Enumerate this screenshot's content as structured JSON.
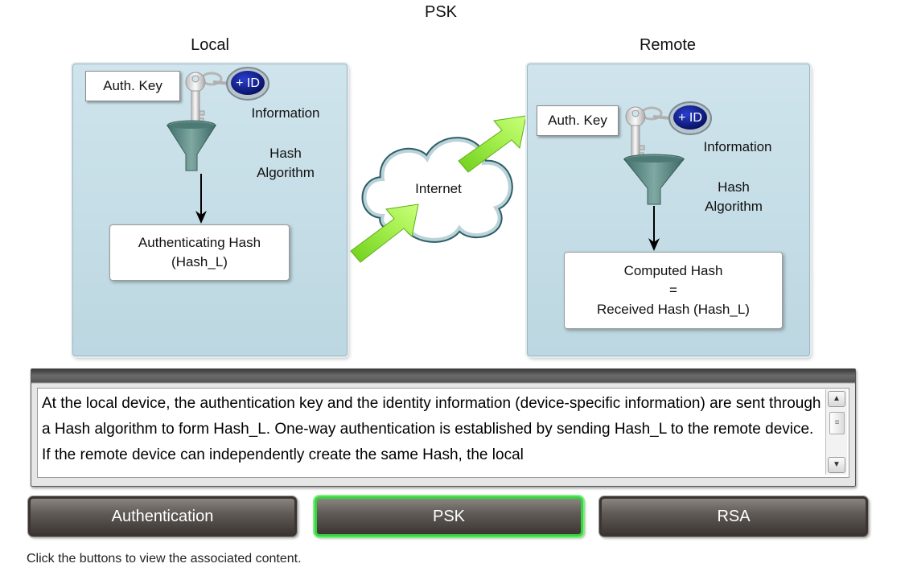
{
  "title": "PSK",
  "local": {
    "heading": "Local",
    "key_label": "Auth. Key",
    "id_badge": "+ ID",
    "information": "Information",
    "hash_line1": "Hash",
    "hash_line2": "Algorithm",
    "result_line1": "Authenticating Hash",
    "result_line2": "(Hash_L)"
  },
  "cloud_label": "Internet",
  "remote": {
    "heading": "Remote",
    "key_label": "Auth. Key",
    "id_badge": "+ ID",
    "information": "Information",
    "hash_line1": "Hash",
    "hash_line2": "Algorithm",
    "result_line1": "Computed Hash",
    "result_line2": "=",
    "result_line3": "Received Hash (Hash_L)"
  },
  "description": "At the local device, the authentication key and the identity information (device-specific information) are sent through a Hash algorithm to form Hash_L. One-way authentication is established by sending Hash_L to the remote device. If the remote device can independently create the same Hash, the local",
  "tabs": [
    {
      "label": "Authentication",
      "active": false
    },
    {
      "label": "PSK",
      "active": true
    },
    {
      "label": "RSA",
      "active": false
    }
  ],
  "instructions": "Click the buttons to view the associated content.",
  "colors": {
    "panel": "#c6dee7",
    "arrow_green": "#8fe63a",
    "active_border": "#39d43f",
    "id_badge": "#0a1a8c"
  }
}
